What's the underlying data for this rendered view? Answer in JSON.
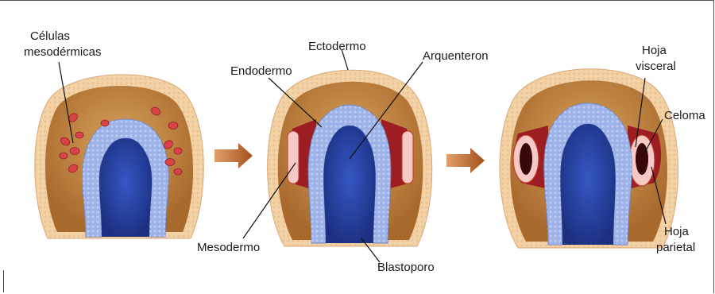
{
  "labels": {
    "celulas_mesodermicas_l1": "Células",
    "celulas_mesodermicas_l2": "mesodérmicas",
    "ectodermo": "Ectodermo",
    "endodermo": "Endodermo",
    "arquenteron": "Arquenteron",
    "mesodermo": "Mesodermo",
    "blastoporo": "Blastoporo",
    "hoja_visceral_l1": "Hoja",
    "hoja_visceral_l2": "visceral",
    "celoma": "Celoma",
    "hoja_parietal_l1": "Hoja",
    "hoja_parietal_l2": "parietal"
  },
  "colors": {
    "ectoderm": "#f3d2a6",
    "blastocoel": "#c38640",
    "endoderm": "#9db3e8",
    "archenteron": "#24409b",
    "mesoderm": "#d8434a",
    "arrow": "#b5611c"
  }
}
